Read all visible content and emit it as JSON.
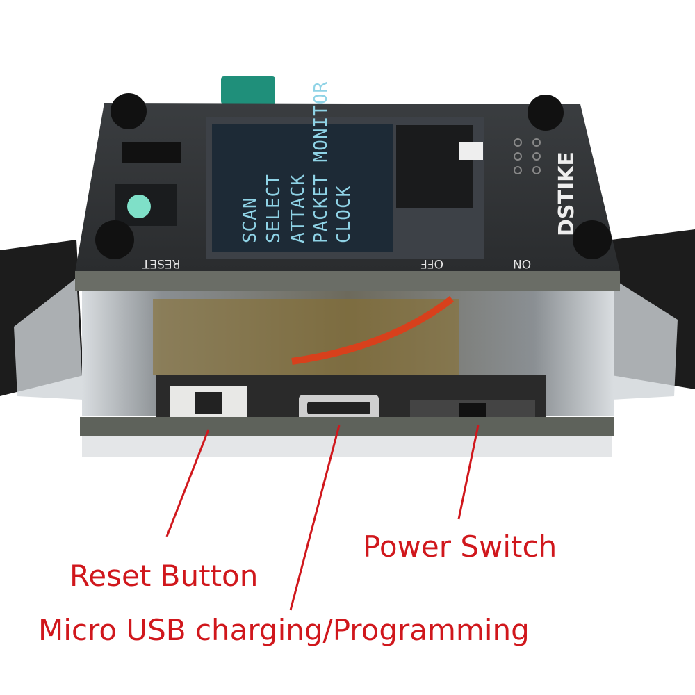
{
  "annotations": {
    "reset": "Reset Button",
    "usb": "Micro USB charging/Programming",
    "power": "Power Switch",
    "color": "#d0171c"
  },
  "device": {
    "brand": "DSTIKE",
    "menu": [
      "SCAN",
      "SELECT",
      "ATTACK",
      "PACKET MONITOR",
      "CLOCK"
    ],
    "case_labels": {
      "reset": "RESET",
      "off": "OFF",
      "on": "ON"
    }
  }
}
